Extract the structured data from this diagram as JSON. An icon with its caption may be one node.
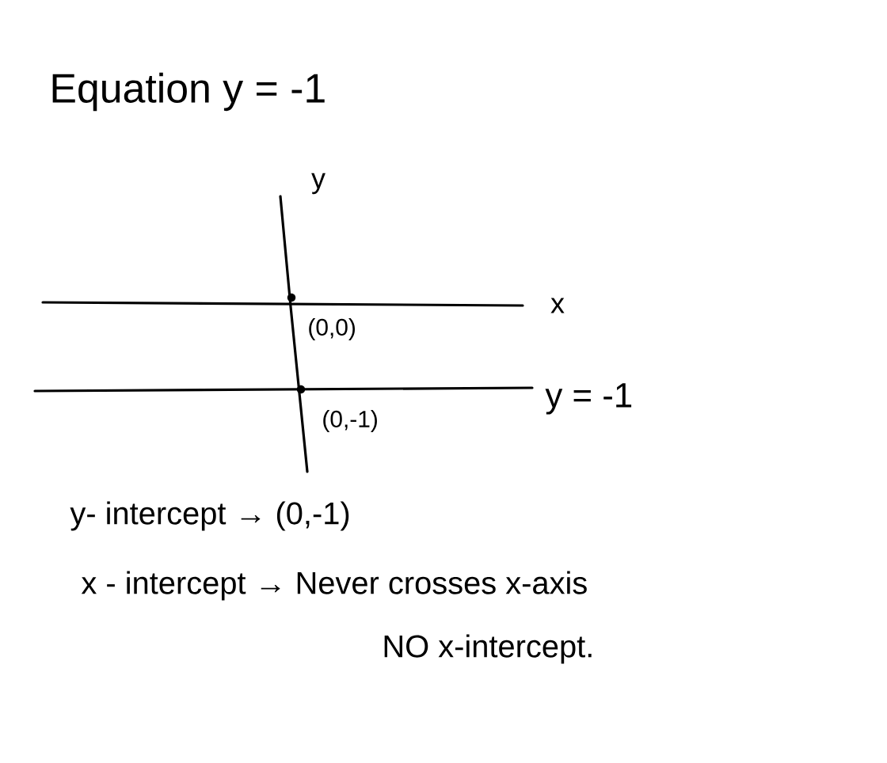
{
  "diagram": {
    "title": "Equation y = -1",
    "labels": [
      "y",
      "x",
      "(0,0)",
      "(0,-1)",
      "y = -1",
      "y- intercept → (0,-1)",
      "x - intercept → Never crosses x-axis",
      "NO x-intercept."
    ]
  }
}
